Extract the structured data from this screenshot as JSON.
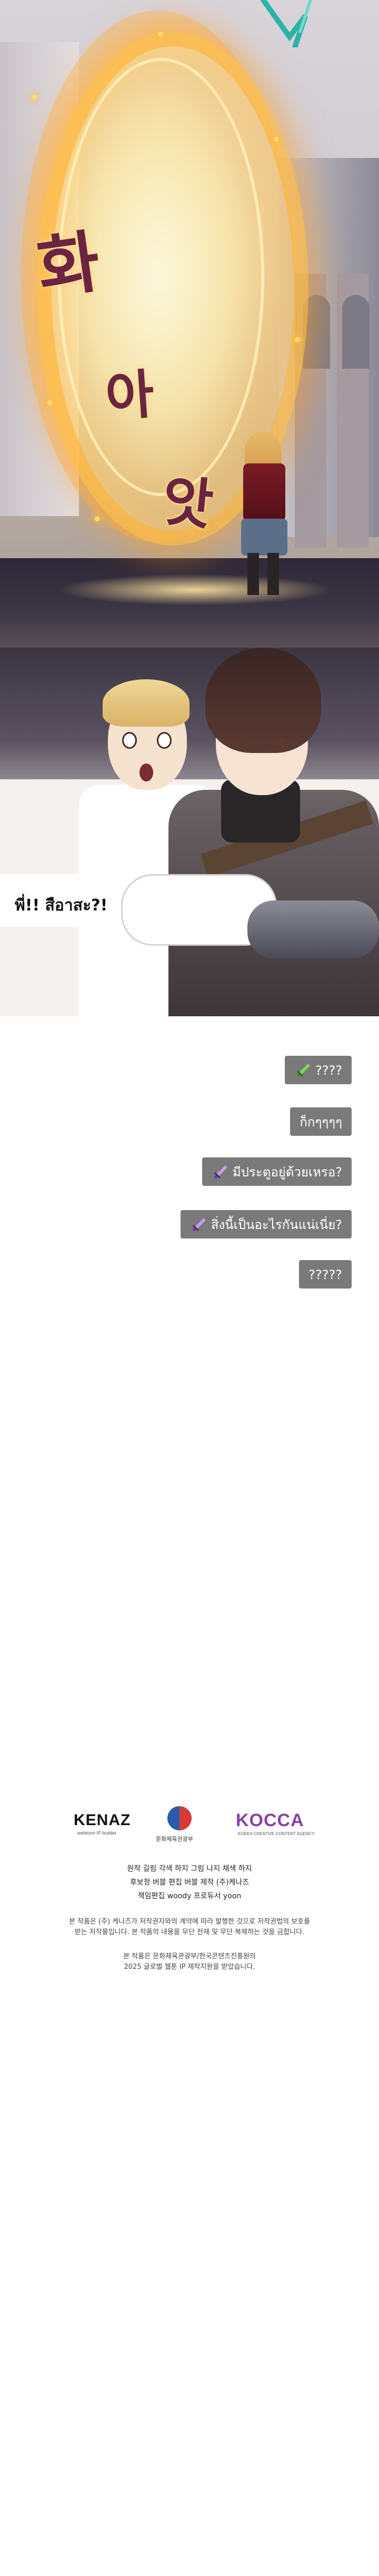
{
  "panel1": {
    "sfx": [
      "화",
      "아",
      "앗"
    ]
  },
  "panel2": {
    "speech": "พี่!! สือาสะ?!"
  },
  "chat": [
    {
      "label": "????",
      "icon": "green-sword-icon"
    },
    {
      "label": "ก็กๆๆๆๆ",
      "icon": ""
    },
    {
      "label": "มีประตูอยู่ด้วยเหรอ?",
      "icon": "purple-sword-icon"
    },
    {
      "label": "สิ่งนี้เป็นอะไรกันแน่เนี่ย?",
      "icon": "purple-sword-icon"
    },
    {
      "label": "?????",
      "icon": ""
    }
  ],
  "credits": {
    "kenaz": "KENAZ",
    "kenaz_sub": "webtoon IP builder",
    "mcst": "문화체육관광부",
    "kocca": "KOCCA",
    "kocca_sub": "KOREA CREATIVE CONTENT AGENCY",
    "line1": "원작 길림 각색 하지 그림 나지 채색 하지",
    "line2": "후보정 버블 편집 버블 제작 (주)케나즈",
    "line3": "책임편집 woody 프로듀서 yoon",
    "notice1a": "본 작품은 (주) 케나즈가 저작권자와의 계약에 따라 발행한 것으로 저작권법의 보호를",
    "notice1b": "받는 저작물입니다. 본 작품의 내용을 무단 전재 및 무단 복제하는 것을 금합니다.",
    "notice2a": "본 작품은 문화체육관광부/한국콘텐츠진흥원의",
    "notice2b": "2025 글로벌 웹툰 IP 제작지원을 받았습니다."
  },
  "colors": {
    "pill_bg": "#7a7a7a",
    "sfx": "#6b2440",
    "portal": "#ffba40",
    "kocca": "#8a3fa8"
  }
}
